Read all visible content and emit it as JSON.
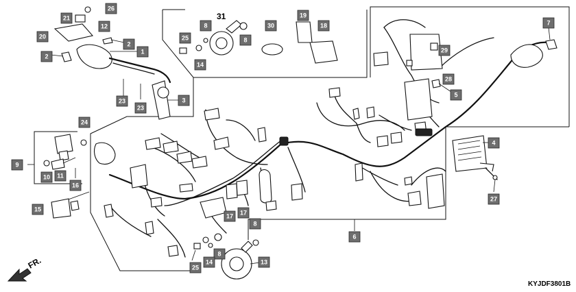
{
  "diagram": {
    "code": "KYJDF3801B",
    "direction_label": "FR.",
    "callouts": [
      {
        "n": "1"
      },
      {
        "n": "2"
      },
      {
        "n": "2"
      },
      {
        "n": "3"
      },
      {
        "n": "4"
      },
      {
        "n": "5"
      },
      {
        "n": "6"
      },
      {
        "n": "7"
      },
      {
        "n": "8"
      },
      {
        "n": "8"
      },
      {
        "n": "8"
      },
      {
        "n": "8"
      },
      {
        "n": "9"
      },
      {
        "n": "10"
      },
      {
        "n": "11"
      },
      {
        "n": "12"
      },
      {
        "n": "13"
      },
      {
        "n": "14"
      },
      {
        "n": "14"
      },
      {
        "n": "15"
      },
      {
        "n": "16"
      },
      {
        "n": "17"
      },
      {
        "n": "17"
      },
      {
        "n": "18"
      },
      {
        "n": "19"
      },
      {
        "n": "20"
      },
      {
        "n": "21"
      },
      {
        "n": "23"
      },
      {
        "n": "23"
      },
      {
        "n": "24"
      },
      {
        "n": "25"
      },
      {
        "n": "25"
      },
      {
        "n": "26"
      },
      {
        "n": "27"
      },
      {
        "n": "28"
      },
      {
        "n": "29"
      },
      {
        "n": "30"
      }
    ],
    "plain_label": "31"
  }
}
